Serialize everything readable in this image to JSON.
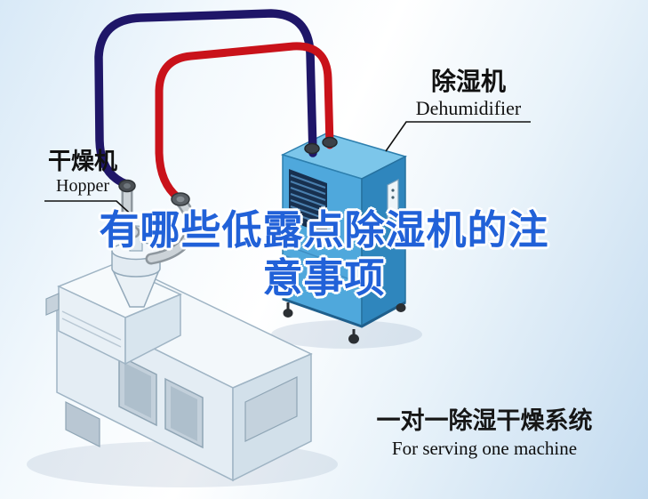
{
  "title": {
    "line1": "有哪些低露点除湿机的注",
    "line2": "意事项"
  },
  "callouts": {
    "dehumidifier": {
      "zh": "除湿机",
      "en": "Dehumidifier"
    },
    "hopper": {
      "zh": "干燥机",
      "en": "Hopper"
    }
  },
  "caption": {
    "zh": "一对一除湿干燥系统",
    "en": "For serving one machine"
  },
  "colors": {
    "title_blue": "#2161d8",
    "pipe_red": "#c9121a",
    "pipe_navy": "#1f1668",
    "dehumidifier_front": "#4fa8dc",
    "dehumidifier_side": "#2f86bd",
    "dehumidifier_top": "#7cc6ea",
    "machine_body": "#e4edf4",
    "label_text": "#111111"
  }
}
